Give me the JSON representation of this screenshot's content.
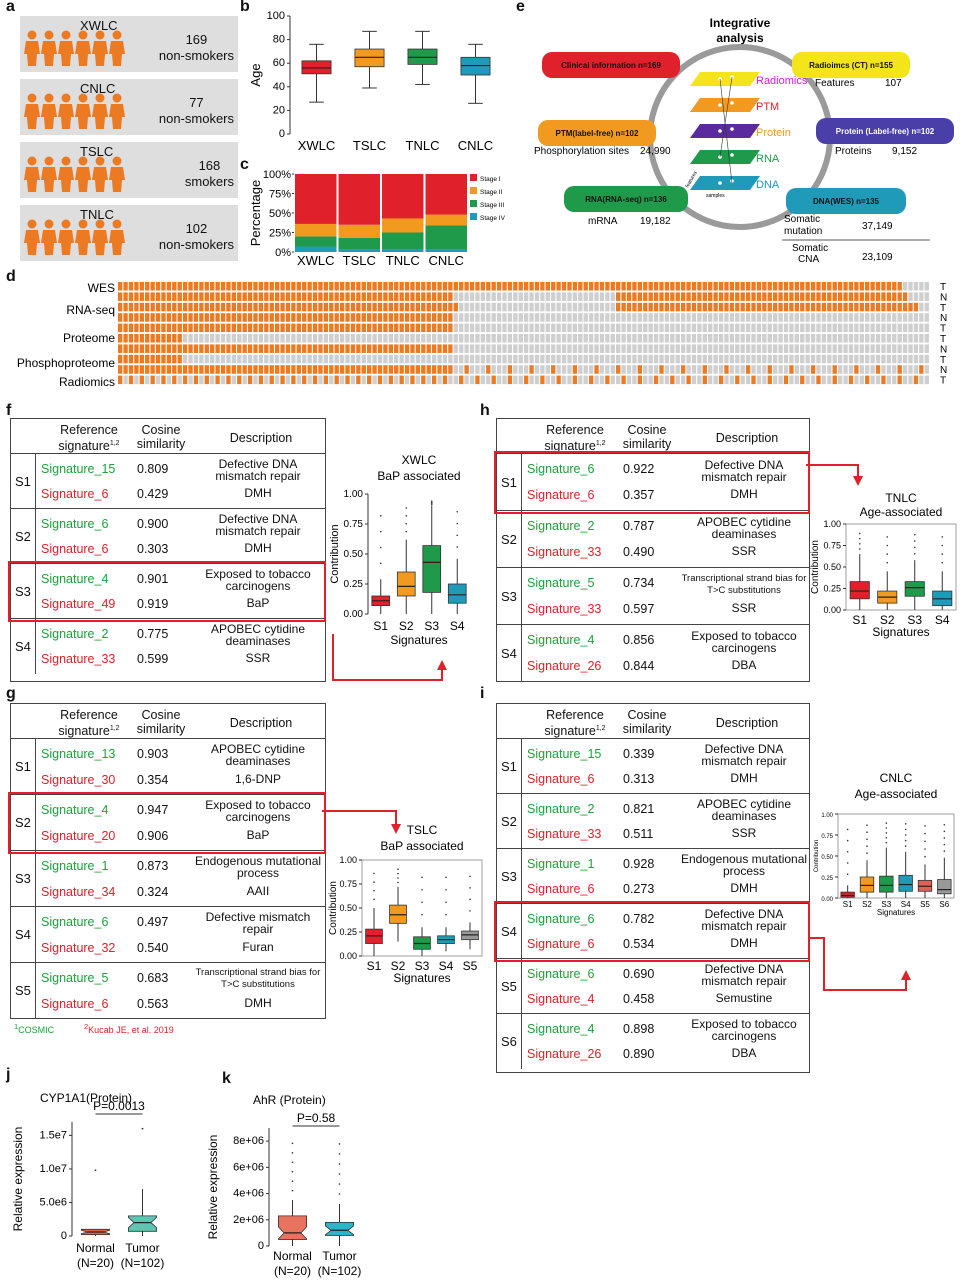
{
  "panel_labels": {
    "a": "a",
    "b": "b",
    "c": "c",
    "d": "d",
    "e": "e",
    "f": "f",
    "g": "g",
    "h": "h",
    "i": "i",
    "j": "j",
    "k": "k"
  },
  "cohorts": [
    {
      "name": "XWLC",
      "count": "169",
      "status": "non-smokers"
    },
    {
      "name": "CNLC",
      "count": "77",
      "status": "non-smokers"
    },
    {
      "name": "TSLC",
      "count": "168",
      "status": "smokers"
    },
    {
      "name": "TNLC",
      "count": "102",
      "status": "non-smokers"
    }
  ],
  "chart_b": {
    "type": "box",
    "ylabel": "Age",
    "categories": [
      "XWLC",
      "TSLC",
      "TNLC",
      "CNLC"
    ],
    "yticks": [
      "0",
      "20",
      "40",
      "60",
      "80",
      "100"
    ],
    "ylim": [
      0,
      100
    ],
    "colors": [
      "#e0202a",
      "#f29a1f",
      "#1e9a4a",
      "#1f9ab8"
    ],
    "boxes": [
      {
        "min": 27,
        "q1": 51,
        "med": 56,
        "q3": 62,
        "max": 76
      },
      {
        "min": 39,
        "q1": 57,
        "med": 65,
        "q3": 72,
        "max": 87
      },
      {
        "min": 42,
        "q1": 59,
        "med": 65,
        "q3": 72,
        "max": 87
      },
      {
        "min": 26,
        "q1": 50,
        "med": 58,
        "q3": 65,
        "max": 76
      }
    ]
  },
  "chart_c": {
    "type": "bar",
    "ylabel": "Percentage",
    "categories": [
      "XWLC",
      "TSLC",
      "TNLC",
      "CNLC"
    ],
    "yticks": [
      "0%",
      "25%",
      "50%",
      "75%",
      "100%"
    ],
    "legend": [
      "Stage I",
      "Stage II",
      "Stage III",
      "Stage IV"
    ],
    "colors": [
      "#e0202a",
      "#f29a1f",
      "#1e9a4a",
      "#1f9ab8"
    ],
    "stacks": [
      [
        64,
        16,
        13,
        7
      ],
      [
        65,
        17,
        15,
        3
      ],
      [
        57,
        18,
        22,
        3
      ],
      [
        52,
        14,
        31,
        3
      ]
    ]
  },
  "panel_d": {
    "rows": [
      "WES",
      "",
      "RNA-seq",
      "",
      "Proteome",
      "",
      "Phosphoproteome",
      "",
      "Radiomics"
    ],
    "flags": [
      "T",
      "N",
      "T",
      "N",
      "T",
      "T",
      "N",
      "T",
      "N",
      "T"
    ]
  },
  "panel_e": {
    "title": "Integrative analysis",
    "clinical": "Clinical information n=169",
    "radiomics_box": "Radioimcs (CT) n=155",
    "radiomics_feat": "Features",
    "radiomics_num": "107",
    "ptm_box": "PTM(label-free) n=102",
    "ptm_feat": "Phosphorylation sites",
    "ptm_num": "24,990",
    "protein_box": "Protein (Label-free) n=102",
    "protein_feat": "Proteins",
    "protein_num": "9,152",
    "rna_box": "RNA(RNA-seq) n=136",
    "rna_feat": "mRNA",
    "rna_num": "19,182",
    "dna_box": "DNA(WES) n=135",
    "dna_feat1": "Somatic mutation",
    "dna_num1": "37,149",
    "dna_feat2": "Somatic CNA",
    "dna_num2": "23,109",
    "layers": [
      "Radiomics",
      "PTM",
      "Protein",
      "RNA",
      "DNA"
    ],
    "features_lbl": "features",
    "samples_lbl": "samples"
  },
  "table_headers": {
    "ref": "Reference signature",
    "sup": "1,2",
    "cos": "Cosine similarity",
    "desc": "Description"
  },
  "table_f": [
    {
      "s": "S1",
      "g": "Signature_15",
      "gc": "0.809",
      "gd": "Defective DNA mismatch repair",
      "r": "Signature_6",
      "rc": "0.429",
      "rd": "DMH"
    },
    {
      "s": "S2",
      "g": "Signature_6",
      "gc": "0.900",
      "gd": "Defective DNA mismatch repair",
      "r": "Signature_6",
      "rc": "0.303",
      "rd": "DMH"
    },
    {
      "s": "S3",
      "g": "Signature_4",
      "gc": "0.901",
      "gd": "Exposed to tobacco carcinogens",
      "r": "Signature_49",
      "rc": "0.919",
      "rd": "BaP"
    },
    {
      "s": "S4",
      "g": "Signature_2",
      "gc": "0.775",
      "gd": "APOBEC cytidine deaminases",
      "r": "Signature_33",
      "rc": "0.599",
      "rd": "SSR"
    }
  ],
  "table_g": [
    {
      "s": "S1",
      "g": "Signature_13",
      "gc": "0.903",
      "gd": "APOBEC cytidine deaminases",
      "r": "Signature_30",
      "rc": "0.354",
      "rd": "1,6-DNP"
    },
    {
      "s": "S2",
      "g": "Signature_4",
      "gc": "0.947",
      "gd": "Exposed to tobacco carcinogens",
      "r": "Signature_20",
      "rc": "0.906",
      "rd": "BaP"
    },
    {
      "s": "S3",
      "g": "Signature_1",
      "gc": "0.873",
      "gd": "Endogenous mutational process",
      "r": "Signature_34",
      "rc": "0.324",
      "rd": "AAII"
    },
    {
      "s": "S4",
      "g": "Signature_6",
      "gc": "0.497",
      "gd": "Defective mismatch repair",
      "r": "Signature_32",
      "rc": "0.540",
      "rd": "Furan"
    },
    {
      "s": "S5",
      "g": "Signature_5",
      "gc": "0.683",
      "gd": "Transcriptional strand bias for T>C substitutions",
      "r": "Signature_6",
      "rc": "0.563",
      "rd": "DMH"
    }
  ],
  "table_h": [
    {
      "s": "S1",
      "g": "Signature_6",
      "gc": "0.922",
      "gd": "Defective DNA mismatch repair",
      "r": "Signature_6",
      "rc": "0.357",
      "rd": "DMH"
    },
    {
      "s": "S2",
      "g": "Signature_2",
      "gc": "0.787",
      "gd": "APOBEC cytidine deaminases",
      "r": "Signature_33",
      "rc": "0.490",
      "rd": "SSR"
    },
    {
      "s": "S3",
      "g": "Signature_5",
      "gc": "0.734",
      "gd": "Transcriptional strand bias for T>C substitutions",
      "r": "Signature_33",
      "rc": "0.597",
      "rd": "SSR"
    },
    {
      "s": "S4",
      "g": "Signature_4",
      "gc": "0.856",
      "gd": "Exposed to tobacco carcinogens",
      "r": "Signature_26",
      "rc": "0.844",
      "rd": "DBA"
    }
  ],
  "table_i": [
    {
      "s": "S1",
      "g": "Signature_15",
      "gc": "0.339",
      "gd": "Defective DNA mismatch repair",
      "r": "Signature_6",
      "rc": "0.313",
      "rd": "DMH"
    },
    {
      "s": "S2",
      "g": "Signature_2",
      "gc": "0.821",
      "gd": "APOBEC cytidine deaminases",
      "r": "Signature_33",
      "rc": "0.511",
      "rd": "SSR"
    },
    {
      "s": "S3",
      "g": "Signature_1",
      "gc": "0.928",
      "gd": "Endogenous mutational process",
      "r": "Signature_6",
      "rc": "0.273",
      "rd": "DMH"
    },
    {
      "s": "S4",
      "g": "Signature_6",
      "gc": "0.782",
      "gd": "Defective DNA mismatch repair",
      "r": "Signature_6",
      "rc": "0.534",
      "rd": "DMH"
    },
    {
      "s": "S5",
      "g": "Signature_6",
      "gc": "0.690",
      "gd": "Defective DNA mismatch repair",
      "r": "Signature_4",
      "rc": "0.458",
      "rd": "Semustine"
    },
    {
      "s": "S6",
      "g": "Signature_4",
      "gc": "0.898",
      "gd": "Exposed to tobacco carcinogens",
      "r": "Signature_26",
      "rc": "0.890",
      "rd": "DBA"
    }
  ],
  "footnote": {
    "cosmic": "COSMIC",
    "kucab": "Kucab JE, et al. 2019",
    "s1": "1",
    "s2": "2"
  },
  "chart_data": [
    {
      "type": "box",
      "title": "XWLC BaP associated",
      "xlabel": "Signatures",
      "ylabel": "Contribution",
      "categories": [
        "S1",
        "S2",
        "S3",
        "S4"
      ],
      "ylim": [
        0,
        1
      ],
      "yticks": [
        "0.00",
        "0.25",
        "0.50",
        "0.75",
        "1.00"
      ],
      "colors": [
        "#e0202a",
        "#f29a1f",
        "#1e9a4a",
        "#1f9ab8"
      ],
      "boxes": [
        {
          "min": 0,
          "q1": 0.07,
          "med": 0.11,
          "q3": 0.15,
          "max": 0.29
        },
        {
          "min": 0,
          "q1": 0.15,
          "med": 0.23,
          "q3": 0.35,
          "max": 0.62
        },
        {
          "min": 0,
          "q1": 0.18,
          "med": 0.43,
          "q3": 0.57,
          "max": 0.9
        },
        {
          "min": 0,
          "q1": 0.09,
          "med": 0.16,
          "q3": 0.25,
          "max": 0.46
        }
      ]
    },
    {
      "type": "box",
      "title": "TSLC BaP associated",
      "xlabel": "Signatures",
      "ylabel": "Contribution",
      "categories": [
        "S1",
        "S2",
        "S3",
        "S4",
        "S5"
      ],
      "ylim": [
        0,
        1
      ],
      "yticks": [
        "0.00",
        "0.25",
        "0.50",
        "0.75",
        "1.00"
      ],
      "colors": [
        "#e0202a",
        "#f29a1f",
        "#1e9a4a",
        "#1f9ab8",
        "#999999"
      ],
      "boxes": [
        {
          "min": 0,
          "q1": 0.13,
          "med": 0.21,
          "q3": 0.28,
          "max": 0.5
        },
        {
          "min": 0.15,
          "q1": 0.34,
          "med": 0.43,
          "q3": 0.53,
          "max": 0.72
        },
        {
          "min": 0,
          "q1": 0.07,
          "med": 0.13,
          "q3": 0.2,
          "max": 0.3
        },
        {
          "min": 0.05,
          "q1": 0.13,
          "med": 0.17,
          "q3": 0.21,
          "max": 0.3
        },
        {
          "min": 0.07,
          "q1": 0.17,
          "med": 0.22,
          "q3": 0.26,
          "max": 0.35
        }
      ]
    },
    {
      "type": "box",
      "title": "TNLC Age-associated",
      "xlabel": "Signatures",
      "ylabel": "Contribution",
      "categories": [
        "S1",
        "S2",
        "S3",
        "S4"
      ],
      "ylim": [
        0,
        1
      ],
      "yticks": [
        "0.00",
        "0.25",
        "0.50",
        "0.75",
        "1.00"
      ],
      "colors": [
        "#e0202a",
        "#f29a1f",
        "#1e9a4a",
        "#1f9ab8"
      ],
      "boxes": [
        {
          "min": 0,
          "q1": 0.13,
          "med": 0.22,
          "q3": 0.33,
          "max": 0.65
        },
        {
          "min": 0,
          "q1": 0.08,
          "med": 0.15,
          "q3": 0.22,
          "max": 0.45
        },
        {
          "min": 0,
          "q1": 0.16,
          "med": 0.26,
          "q3": 0.33,
          "max": 0.58
        },
        {
          "min": 0,
          "q1": 0.05,
          "med": 0.13,
          "q3": 0.22,
          "max": 0.45
        }
      ]
    },
    {
      "type": "box",
      "title": "CNLC Age-associated",
      "xlabel": "Signatures",
      "ylabel": "Contribution",
      "categories": [
        "S1",
        "S2",
        "S3",
        "S4",
        "S5",
        "S6"
      ],
      "ylim": [
        0,
        1
      ],
      "yticks": [
        "0.00",
        "0.25",
        "0.50",
        "0.75",
        "1.00"
      ],
      "colors": [
        "#e0202a",
        "#f29a1f",
        "#1e9a4a",
        "#1f9ab8",
        "#e0605a",
        "#999999"
      ],
      "boxes": [
        {
          "min": 0,
          "q1": 0.01,
          "med": 0.03,
          "q3": 0.07,
          "max": 0.15
        },
        {
          "min": 0,
          "q1": 0.07,
          "med": 0.15,
          "q3": 0.25,
          "max": 0.45
        },
        {
          "min": 0,
          "q1": 0.07,
          "med": 0.15,
          "q3": 0.26,
          "max": 0.6
        },
        {
          "min": 0,
          "q1": 0.08,
          "med": 0.16,
          "q3": 0.27,
          "max": 0.55
        },
        {
          "min": 0,
          "q1": 0.08,
          "med": 0.14,
          "q3": 0.21,
          "max": 0.4
        },
        {
          "min": 0,
          "q1": 0.05,
          "med": 0.1,
          "q3": 0.22,
          "max": 0.48
        }
      ]
    },
    {
      "type": "box",
      "title": "CYP1A1(Protein)",
      "ylabel": "Relative expression",
      "categories": [
        "Normal (N=20)",
        "Tumor (N=102)"
      ],
      "cat_line1": [
        "Normal",
        "Tumor"
      ],
      "cat_line2": [
        "(N=20)",
        "(N=102)"
      ],
      "pvalue": "P=0.0013",
      "ylim": [
        0,
        17000000
      ],
      "yticks": [
        "0",
        "5.0e6",
        "1.0e7",
        "1.5e7"
      ],
      "ytick_vals": [
        0,
        5000000,
        10000000,
        15000000
      ],
      "colors": [
        "#e8613f",
        "#5fc4b2"
      ],
      "boxes": [
        {
          "min": 0,
          "q1": 200000,
          "med": 600000,
          "q3": 1000000,
          "max": 1000000
        },
        {
          "min": 0,
          "q1": 700000,
          "med": 2000000,
          "q3": 3000000,
          "max": 7000000
        }
      ]
    },
    {
      "type": "box",
      "title": "AhR (Protein)",
      "ylabel": "Relative expression",
      "categories": [
        "Normal (N=20)",
        "Tumor (N=102)"
      ],
      "cat_line1": [
        "Normal",
        "Tumor"
      ],
      "cat_line2": [
        "(N=20)",
        "(N=102)"
      ],
      "pvalue": "P=0.58",
      "ylim": [
        0,
        9000000
      ],
      "yticks": [
        "0",
        "2e+06",
        "4e+06",
        "6e+06",
        "8e+06"
      ],
      "ytick_vals": [
        0,
        2000000,
        4000000,
        6000000,
        8000000
      ],
      "colors": [
        "#e8735f",
        "#2fb3c9"
      ],
      "boxes": [
        {
          "min": 0,
          "q1": 500000,
          "med": 1000000,
          "q3": 2300000,
          "max": 3500000
        },
        {
          "min": 0,
          "q1": 800000,
          "med": 1200000,
          "q3": 1800000,
          "max": 3200000
        }
      ]
    }
  ]
}
